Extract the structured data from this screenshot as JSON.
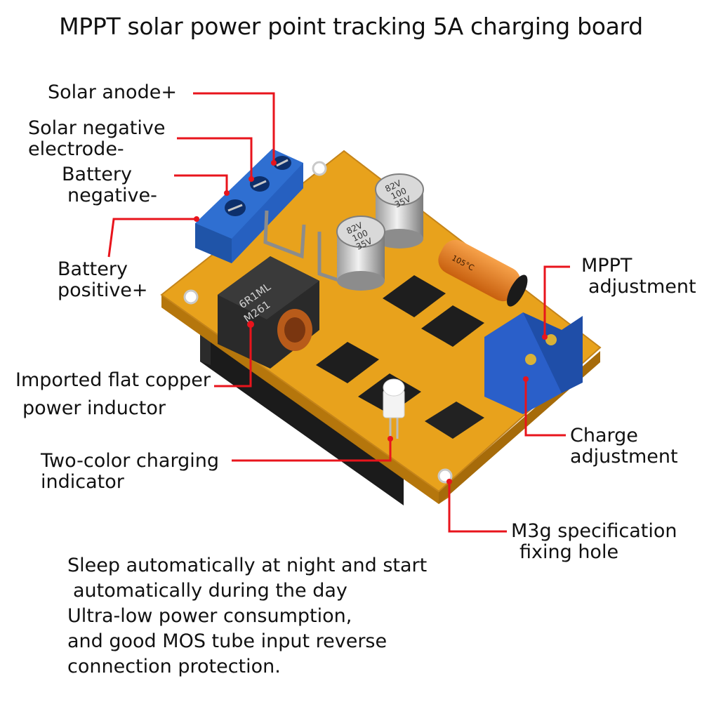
{
  "title": "MPPT solar power point tracking 5A charging board",
  "labels": {
    "solar_anode": "Solar anode+",
    "solar_negative": [
      "Solar negative",
      "electrode-"
    ],
    "battery_negative": [
      "Battery",
      "negative-"
    ],
    "battery_positive": [
      "Battery",
      "positive+"
    ],
    "inductor": [
      "Imported flat copper",
      "power inductor"
    ],
    "indicator": [
      "Two-color charging",
      "indicator"
    ],
    "mppt_adjust": [
      "MPPT",
      "adjustment"
    ],
    "charge_adjust": [
      "Charge",
      "adjustment"
    ],
    "fixing_hole": [
      "M3g specification",
      "fixing hole"
    ]
  },
  "caption": [
    "Sleep automatically at night and start",
    " automatically during the day",
    "Ultra-low power consumption,",
    "and good MOS tube input reverse",
    "connection protection."
  ],
  "components": {
    "inductor_marking": [
      "6R1ML",
      "M261"
    ],
    "cap_marking": [
      "82V",
      "100",
      "35V"
    ],
    "orange_cap_marking": "105°C"
  },
  "colors": {
    "pcb": "#e8a21c",
    "terminal": "#2f6fd1",
    "pointer": "#e8141c",
    "inductor": "#2a2a2a"
  }
}
